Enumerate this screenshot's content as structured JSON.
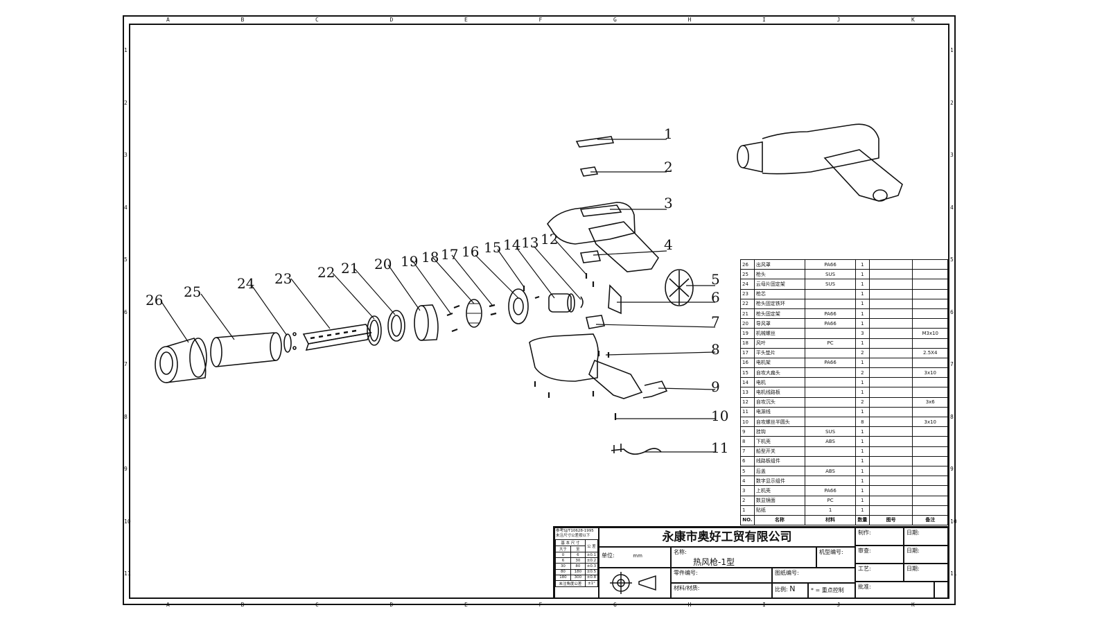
{
  "zones_top": [
    "A",
    "B",
    "C",
    "D",
    "E",
    "F",
    "G",
    "H",
    "I",
    "J",
    "K"
  ],
  "zones_side": [
    "1",
    "2",
    "3",
    "4",
    "5",
    "6",
    "7",
    "8",
    "9",
    "10",
    "11"
  ],
  "callouts": [
    "1",
    "2",
    "3",
    "4",
    "5",
    "6",
    "7",
    "8",
    "9",
    "10",
    "11",
    "12",
    "13",
    "14",
    "15",
    "16",
    "17",
    "18",
    "19",
    "20",
    "21",
    "22",
    "23",
    "24",
    "25",
    "26"
  ],
  "bom": {
    "header": {
      "no": "NO.",
      "name": "名称",
      "material": "材料",
      "qty": "数量",
      "code": "图号",
      "remark": "备注"
    },
    "rows": [
      {
        "no": "26",
        "name": "出风罩",
        "material": "PA66",
        "qty": "1",
        "code": "",
        "remark": ""
      },
      {
        "no": "25",
        "name": "枪头",
        "material": "SUS",
        "qty": "1",
        "code": "",
        "remark": ""
      },
      {
        "no": "24",
        "name": "云母片固定架",
        "material": "SUS",
        "qty": "1",
        "code": "",
        "remark": ""
      },
      {
        "no": "23",
        "name": "枪芯",
        "material": "",
        "qty": "1",
        "code": "",
        "remark": ""
      },
      {
        "no": "22",
        "name": "枪头固定铁环",
        "material": "",
        "qty": "1",
        "code": "",
        "remark": ""
      },
      {
        "no": "21",
        "name": "枪头固定架",
        "material": "PA66",
        "qty": "1",
        "code": "",
        "remark": ""
      },
      {
        "no": "20",
        "name": "导风罩",
        "material": "PA66",
        "qty": "1",
        "code": "",
        "remark": ""
      },
      {
        "no": "19",
        "name": "机械螺丝",
        "material": "",
        "qty": "3",
        "code": "",
        "remark": "M3x10"
      },
      {
        "no": "18",
        "name": "风叶",
        "material": "PC",
        "qty": "1",
        "code": "",
        "remark": ""
      },
      {
        "no": "17",
        "name": "平头垫片",
        "material": "",
        "qty": "2",
        "code": "",
        "remark": "2.5X4"
      },
      {
        "no": "16",
        "name": "电机架",
        "material": "PA66",
        "qty": "1",
        "code": "",
        "remark": ""
      },
      {
        "no": "15",
        "name": "自攻大扁头",
        "material": "",
        "qty": "2",
        "code": "",
        "remark": "3x10"
      },
      {
        "no": "14",
        "name": "电机",
        "material": "",
        "qty": "1",
        "code": "",
        "remark": ""
      },
      {
        "no": "13",
        "name": "电机线路板",
        "material": "",
        "qty": "1",
        "code": "",
        "remark": ""
      },
      {
        "no": "12",
        "name": "自攻沉头",
        "material": "",
        "qty": "2",
        "code": "",
        "remark": "3x6"
      },
      {
        "no": "11",
        "name": "电源线",
        "material": "",
        "qty": "1",
        "code": "",
        "remark": ""
      },
      {
        "no": "10",
        "name": "自攻螺丝半圆头",
        "material": "",
        "qty": "8",
        "code": "",
        "remark": "3x10"
      },
      {
        "no": "9",
        "name": "挂钩",
        "material": "SUS",
        "qty": "1",
        "code": "",
        "remark": ""
      },
      {
        "no": "8",
        "name": "下机壳",
        "material": "ABS",
        "qty": "1",
        "code": "",
        "remark": ""
      },
      {
        "no": "7",
        "name": "船型开关",
        "material": "",
        "qty": "1",
        "code": "",
        "remark": ""
      },
      {
        "no": "6",
        "name": "线路板组件",
        "material": "",
        "qty": "1",
        "code": "",
        "remark": ""
      },
      {
        "no": "5",
        "name": "后盖",
        "material": "ABS",
        "qty": "1",
        "code": "",
        "remark": ""
      },
      {
        "no": "4",
        "name": "数字显示组件",
        "material": "",
        "qty": "1",
        "code": "",
        "remark": ""
      },
      {
        "no": "3",
        "name": "上机壳",
        "material": "PA66",
        "qty": "1",
        "code": "",
        "remark": ""
      },
      {
        "no": "2",
        "name": "数显镜面",
        "material": "PC",
        "qty": "1",
        "code": "",
        "remark": ""
      },
      {
        "no": "1",
        "name": "贴纸",
        "material": "1",
        "qty": "1",
        "code": "",
        "remark": ""
      }
    ]
  },
  "title_block": {
    "company": "永康市奥好工贸有限公司",
    "ref_note": "参考SJ/T10628-1995 未注尺寸公差按以下",
    "tol_header": [
      "基 本 尺 寸",
      "公 差"
    ],
    "tol_sub": [
      "大于",
      "至"
    ],
    "tol_rows": [
      [
        "0",
        "6",
        "±0.1"
      ],
      [
        "6",
        "30",
        "±0.2"
      ],
      [
        "30",
        "80",
        "±0.3"
      ],
      [
        "80",
        "180",
        "±0.5"
      ],
      [
        "180",
        "300",
        "±0.8"
      ]
    ],
    "angle_note": "未注角度公差",
    "angle_tol": "±1°",
    "unit_label": "单位:",
    "unit_value": "mm",
    "name_label": "名称:",
    "name_value": "热风枪-1型",
    "model_label": "机型编号:",
    "part_label": "零件编号:",
    "drawing_label": "图纸编号:",
    "material_label": "材料/材质:",
    "scale_label": "比例:",
    "scale_value": "N",
    "key_note": "* = 重点控制",
    "made_label": "制作:",
    "review_label": "审查:",
    "process_label": "工艺:",
    "approve_label": "批准:",
    "date_label": "日期:"
  }
}
